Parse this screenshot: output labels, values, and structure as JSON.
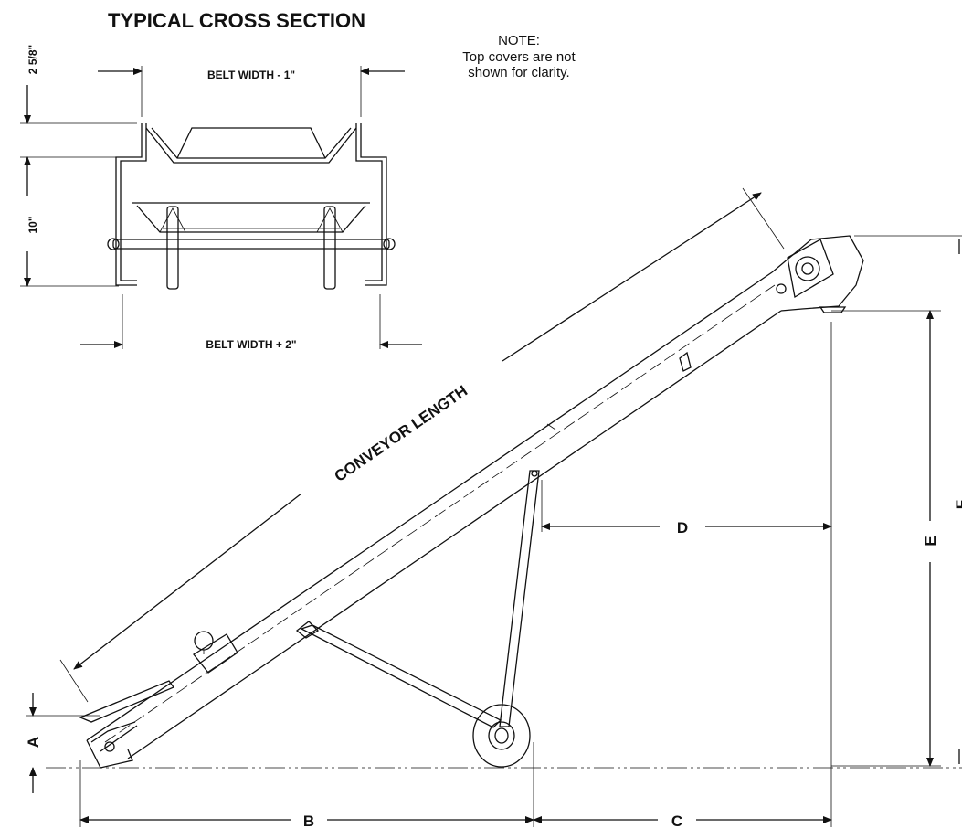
{
  "cross_section": {
    "title": "TYPICAL CROSS SECTION",
    "note_lines": [
      "NOTE:",
      "Top covers are not",
      "shown for clarity."
    ],
    "top_width_label": "BELT WIDTH - 1\"",
    "bottom_width_label": "BELT WIDTH + 2\"",
    "height_top_label": "2 5/8\"",
    "height_main_label": "10\""
  },
  "side_view": {
    "length_label": "CONVEYOR LENGTH",
    "dim_a": "A",
    "dim_b": "B",
    "dim_c": "C",
    "dim_d": "D",
    "dim_e": "E",
    "dim_f": "F"
  }
}
